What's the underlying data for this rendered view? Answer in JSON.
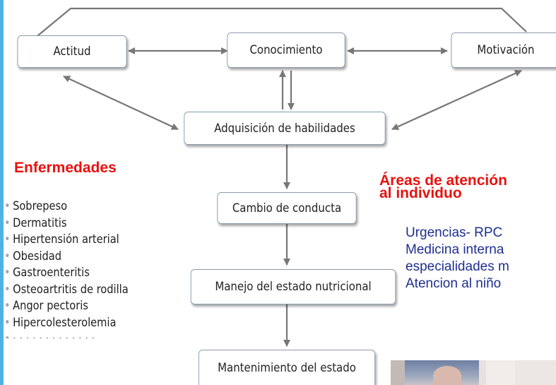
{
  "diagram": {
    "boxes": {
      "actitud": "Actitud",
      "conocimiento": "Conocimiento",
      "motivacion": "Motivación",
      "adquisicion": "Adquisición de habilidades",
      "cambio": "Cambio de conducta",
      "manejo": "Manejo del estado nutricional",
      "mantenimiento": "Mantenimiento del estado"
    }
  },
  "enfermedades": {
    "title": "Enfermedades",
    "items": [
      "Sobrepeso",
      "Dermatitis",
      "Hipertensión arterial",
      "Obesidad",
      "Gastroenteritis",
      "Osteoartritis de rodilla",
      "Angor pectoris",
      "Hipercolesterolemia"
    ]
  },
  "areas": {
    "title_line1": "Áreas de atención",
    "title_line2": "al individuo",
    "items": [
      "Urgencias- RPC",
      "Medicina interna",
      "especialidades m",
      "Atencion al niño"
    ]
  },
  "colors": {
    "heading": "#e8110f",
    "areas_text": "#1f2f8f",
    "left_edge": "#4fb2e3"
  }
}
